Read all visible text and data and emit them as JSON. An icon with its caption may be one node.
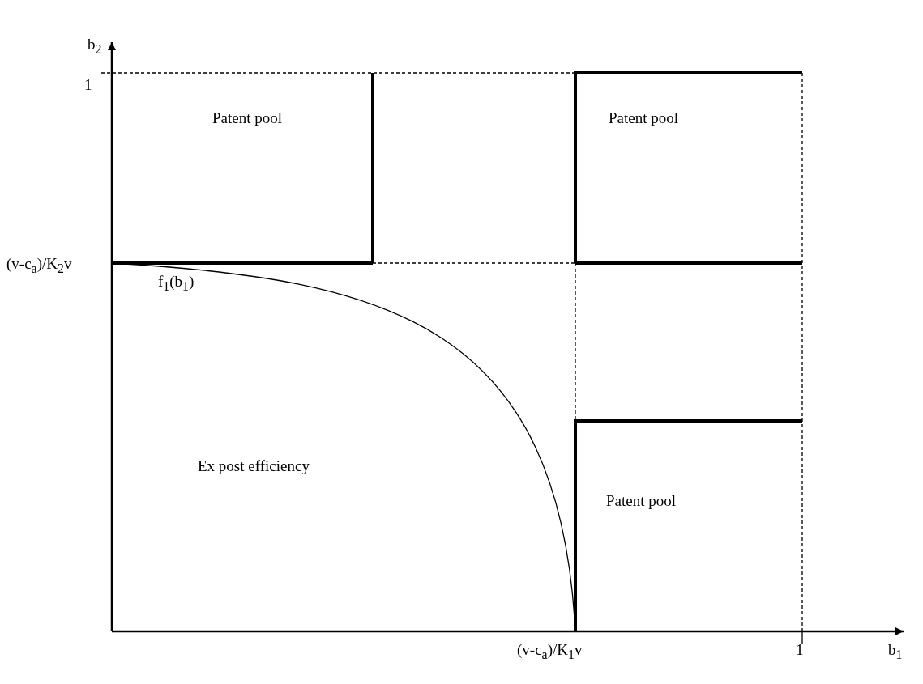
{
  "diagram": {
    "labels": [
      "b$_{2}$",
      "1",
      "Patent pool",
      "Patent pool",
      "(v-c$_{a}$)/K$_{2}$v",
      "f$_{1}$(b$_{1}$)",
      "Ex post efficiency",
      "Patent pool",
      "(v-c$_{a}$)/K$_{1}$v",
      "1",
      "b$_{1}$"
    ]
  }
}
